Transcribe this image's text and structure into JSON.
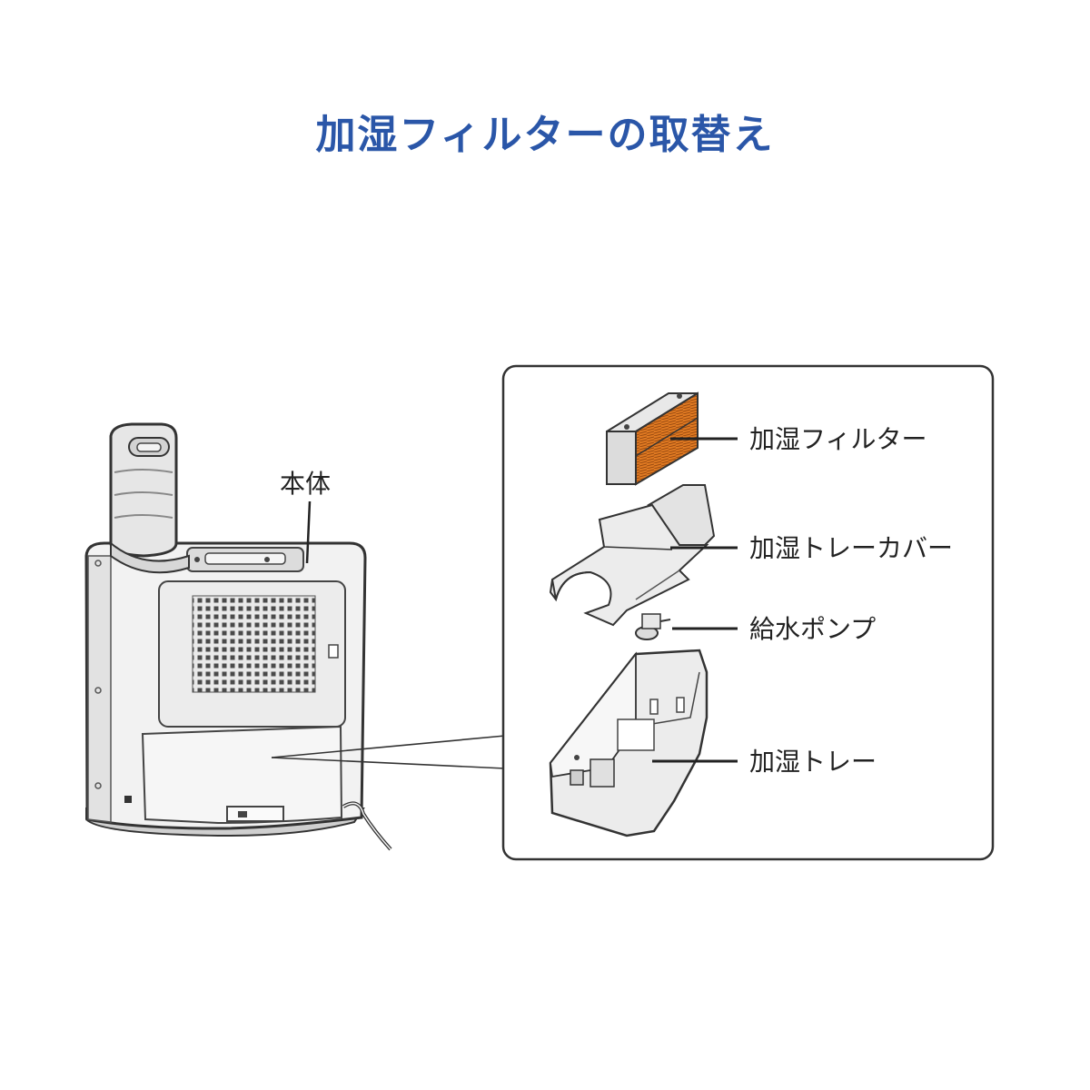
{
  "title": "加湿フィルターの取替え",
  "labels": {
    "main_body": "本体",
    "humidifier_filter": "加湿フィルター",
    "humidifier_tray_cover": "加湿トレーカバー",
    "water_pump": "給水ポンプ",
    "humidifier_tray": "加湿トレー"
  },
  "colors": {
    "title": "#2a56a8",
    "filter_orange": "#d9731f",
    "outline": "#333333"
  }
}
